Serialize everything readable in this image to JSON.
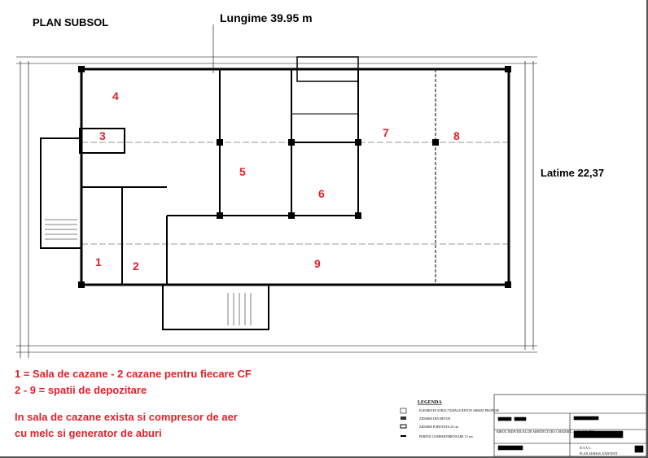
{
  "title": "PLAN  SUBSOL",
  "length_label": "Lungime 39.95 m",
  "width_label": "Latime 22,37",
  "rooms": [
    "1",
    "2",
    "3",
    "4",
    "5",
    "6",
    "7",
    "8",
    "9"
  ],
  "notes": {
    "line1": "1 = Sala de cazane - 2 cazane pentru fiecare CF",
    "line2": "2 - 9 = spatii de depozitare",
    "line3": "In sala de cazane exista si compresor de aer",
    "line4": "cu melc si generator de aburi"
  },
  "legend": {
    "title": "LEGENDA",
    "items": [
      "ELEMENTE STRUCTURALE BETON ARMAT PROPUSE",
      "ZIDARIE DIN BETON",
      "ZIDARIE PORTANTA 25 cm",
      "PERETE COMPARTIMENTARE 15 cm"
    ]
  },
  "title_block": {
    "office": "BIROU INDIVIDUAL DE ARHITECTURA CSISZER L. LORAND EDE",
    "phase": "D.T.A.C.",
    "sheet": "PLAN SUBSOL EXISTENT"
  },
  "colors": {
    "annotation": "#e0202a",
    "lines": "#000000"
  }
}
